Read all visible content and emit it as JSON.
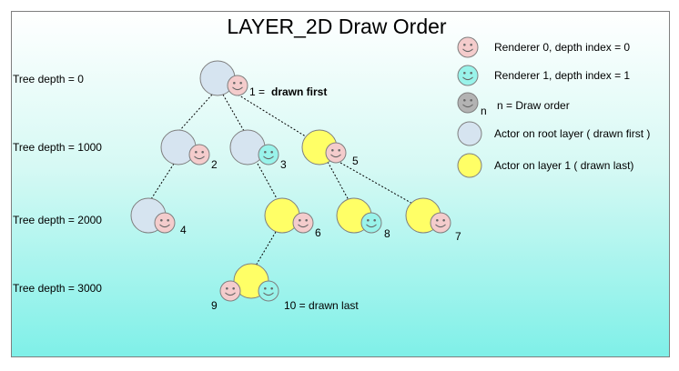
{
  "title": "LAYER_2D Draw Order",
  "depth_labels": [
    "Tree depth = 0",
    "Tree depth = 1000",
    "Tree depth = 2000",
    "Tree depth = 3000"
  ],
  "legend": {
    "renderer0": "Renderer 0, depth index = 0",
    "renderer1": "Renderer 1, depth index = 1",
    "draw_order_symbol": "n",
    "draw_order": "n = Draw order",
    "root_layer": "Actor on root layer ( drawn first )",
    "layer1": "Actor on layer 1 ( drawn last)"
  },
  "nodes": {
    "n1": "1 =",
    "n1_note": "drawn first",
    "n2": "2",
    "n3": "3",
    "n4": "4",
    "n5": "5",
    "n6": "6",
    "n7": "7",
    "n8": "8",
    "n9": "9",
    "n10": "10 = drawn last"
  },
  "colors": {
    "root_actor": "#d6e4f0",
    "layer1_actor": "#ffff66",
    "renderer0": "#f4cccc",
    "renderer1": "#99f3ea",
    "draw_order": "#b3b3b3",
    "outline": "#7f7f7f"
  }
}
